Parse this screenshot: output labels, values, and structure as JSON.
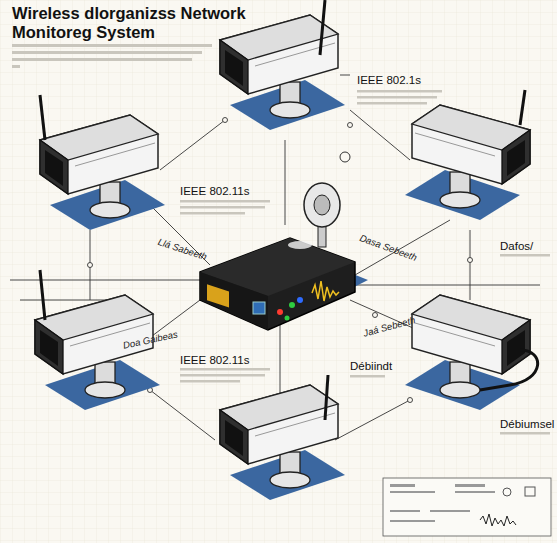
{
  "diagram": {
    "title": "Wireless dlorganizss Network Monitoreg System",
    "nodes": [
      {
        "text": [
          "IEEE 802.1s"
        ]
      },
      {
        "text": [
          "IEEE 802.11s"
        ]
      },
      {
        "text": [
          "Dafos/"
        ]
      },
      {
        "text": [
          "IEEE 802.11s"
        ]
      },
      {
        "text": [
          "Débiindt"
        ]
      },
      {
        "text": [
          "Débiumsel"
        ]
      }
    ],
    "labels": [
      "Llá Sabeeth",
      "Dasa Sebeeth",
      "Doa Gaibeas",
      "Jaá Sebeeth"
    ]
  }
}
